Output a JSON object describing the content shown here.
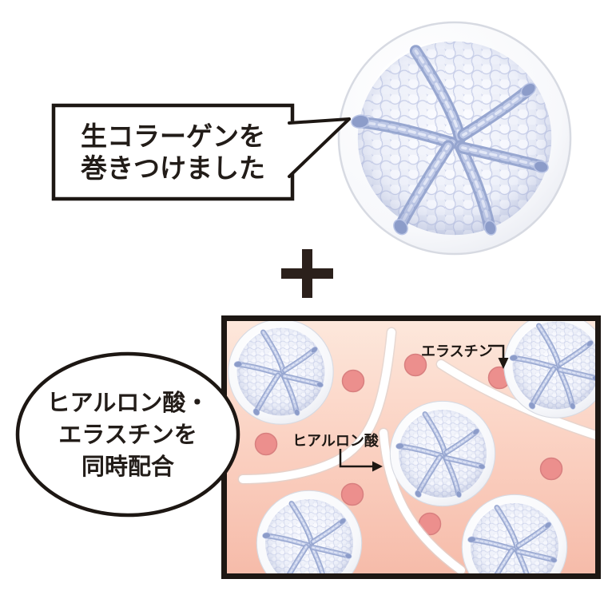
{
  "speech_bubble": {
    "lines": [
      "生コラーゲンを",
      "巻きつけました"
    ]
  },
  "oval_bubble": {
    "lines": [
      "ヒアルロン酸・",
      "エラスチンを",
      "同時配合"
    ]
  },
  "box_labels": {
    "elastin": "エラスチン",
    "hyaluronic_acid": "ヒアルロン酸"
  },
  "icons": {
    "plus": "plus-icon"
  },
  "colors": {
    "outline": "#1d1713",
    "text": "#221c18",
    "box_background_top": "#fde8dc",
    "box_background_bottom": "#f6bba9",
    "elastin_dot_fill": "#ec8f8d",
    "elastin_dot_stroke": "#d87f7f",
    "hyaluronic_strand": "#ffffff",
    "collagen_rope": "#93a3ce",
    "capsule_bubble_fill": "#eceff9"
  }
}
